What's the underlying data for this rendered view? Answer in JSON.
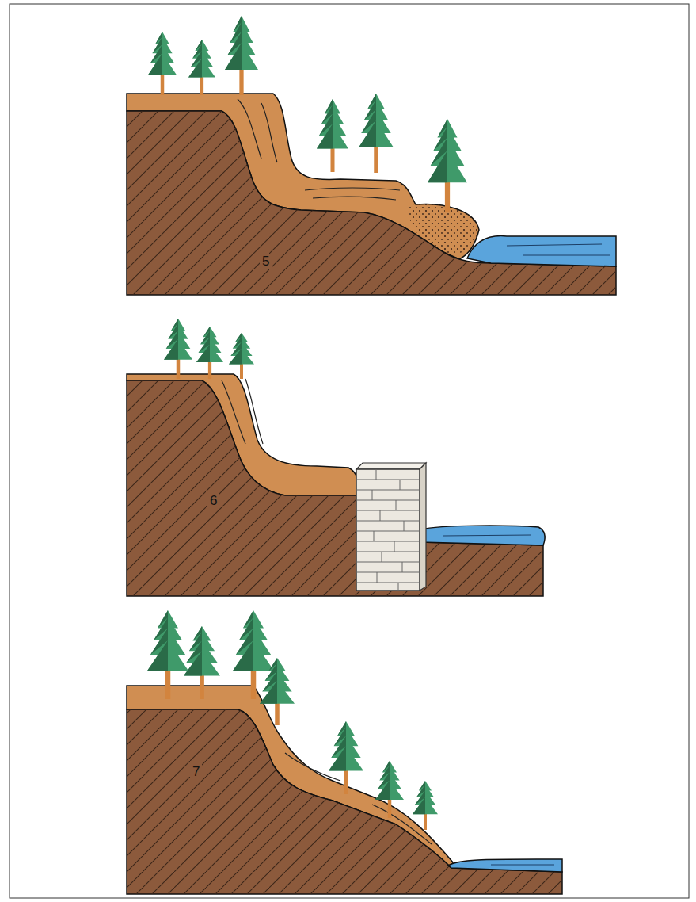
{
  "diagram": {
    "labels": [
      "5",
      "6",
      "7"
    ]
  }
}
